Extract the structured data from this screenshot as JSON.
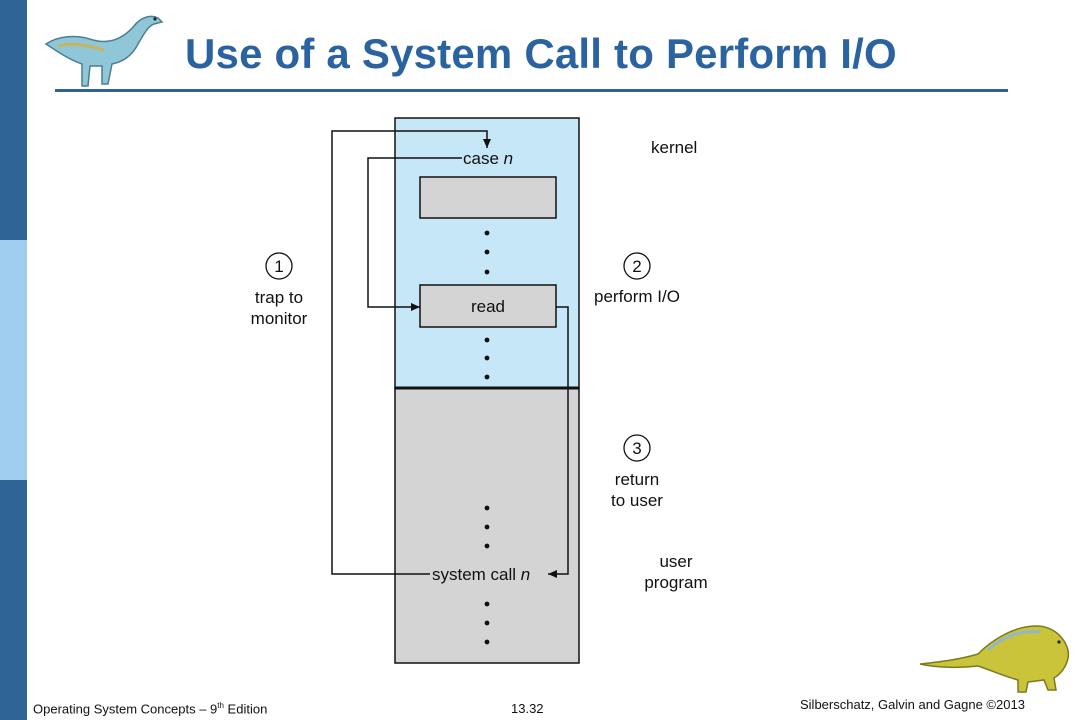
{
  "slide": {
    "title": "Use of a System Call to Perform I/O"
  },
  "diagram": {
    "kernel_region_label": "kernel",
    "user_region_label": "user\nprogram",
    "case_label": "case ",
    "case_var": "n",
    "read_label": "read",
    "system_call_label": "system call ",
    "system_call_var": "n",
    "steps": [
      {
        "num": "1",
        "text": "trap to\nmonitor"
      },
      {
        "num": "2",
        "text": "perform I/O"
      },
      {
        "num": "3",
        "text": "return\nto user"
      }
    ],
    "colors": {
      "kernel_fill": "#c5e7f8",
      "user_fill": "#d4d4d4",
      "box_fill": "#d4d4d4"
    }
  },
  "footer": {
    "book": "Operating System Concepts – 9",
    "edition_sup": "th",
    "edition_tail": " Edition",
    "page": "13.32",
    "authors": "Silberschatz, Galvin and Gagne ©2013"
  }
}
